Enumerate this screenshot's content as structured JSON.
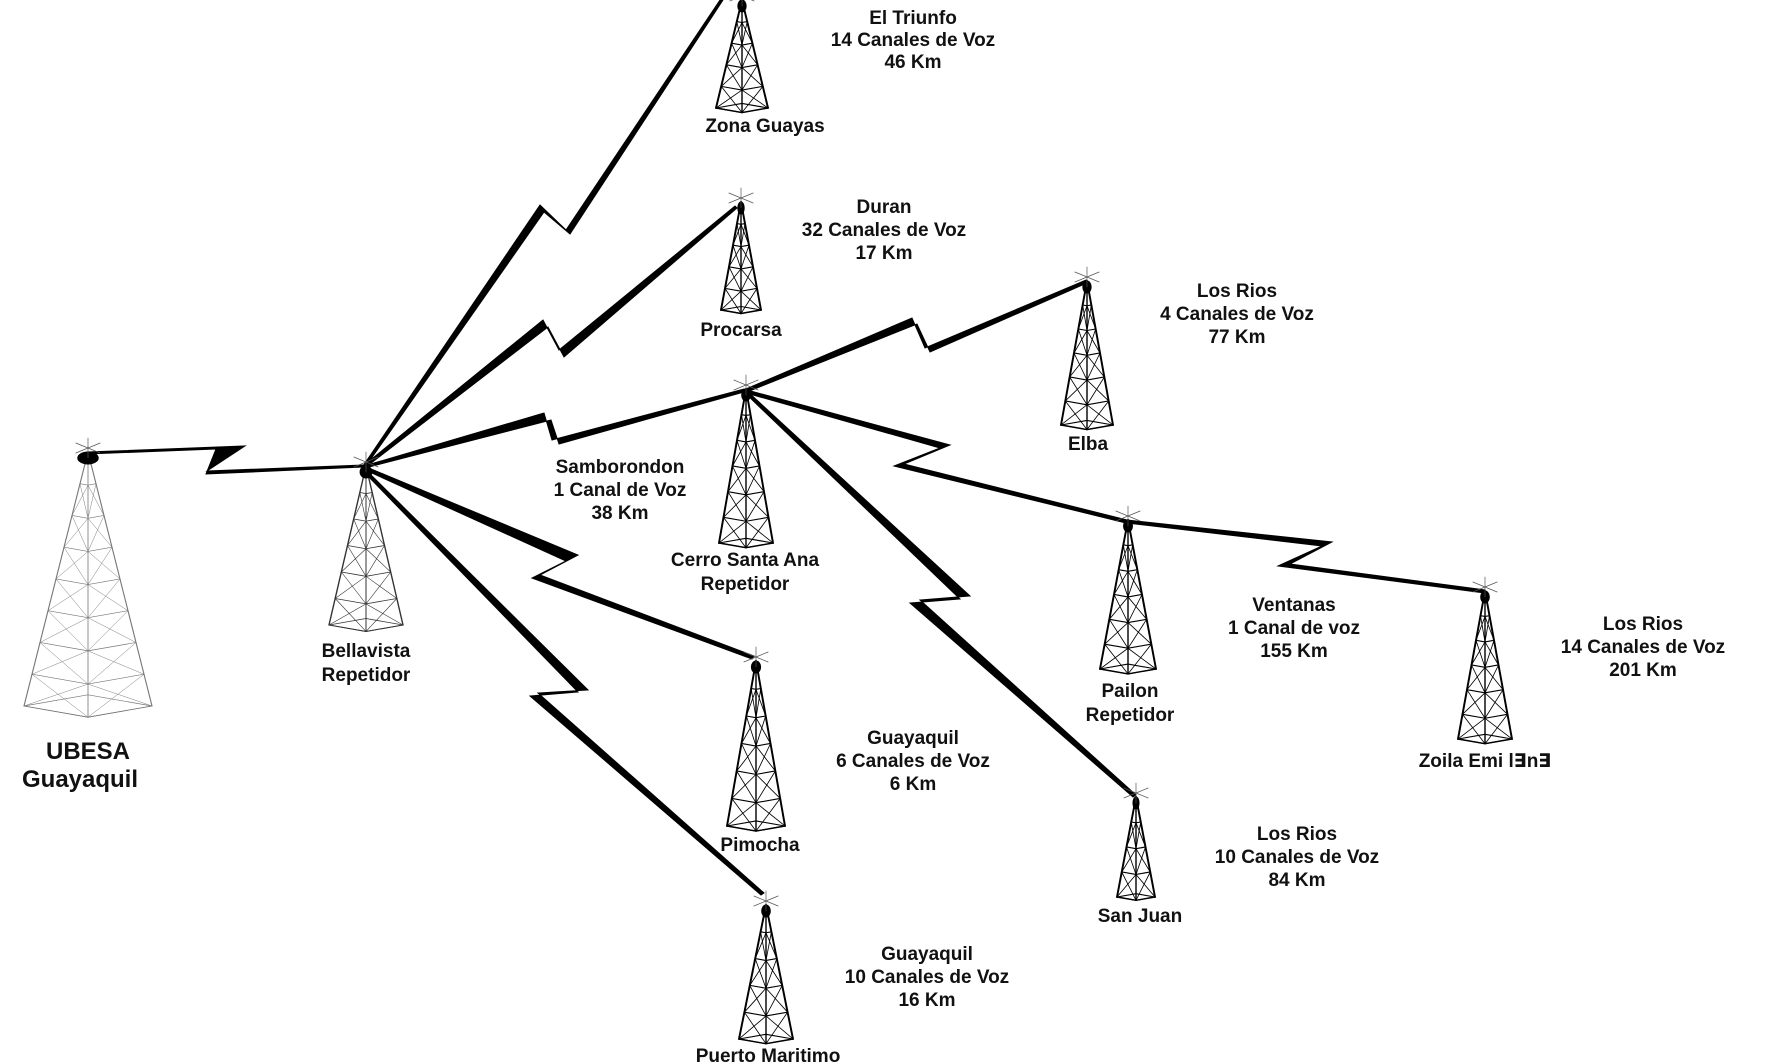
{
  "colors": {
    "ink": "#111111",
    "link": "#000000",
    "background": "#ffffff"
  },
  "stations": {
    "ubesa": {
      "name": "UBESA",
      "subname": "Guayaquil"
    },
    "bellavista": {
      "name": "Bellavista",
      "subname": "Repetidor"
    },
    "santa_ana": {
      "name": "Cerro Santa Ana",
      "subname": "Repetidor"
    },
    "zona_guayas": {
      "name": "Zona Guayas"
    },
    "procarsa": {
      "name": "Procarsa"
    },
    "elba": {
      "name": "Elba"
    },
    "pailon": {
      "name": "Pailon",
      "subname": "Repetidor"
    },
    "zoila": {
      "name": "Zoila Emi l∃n∃"
    },
    "pimocha": {
      "name": "Pimocha"
    },
    "puerto": {
      "name": "Puerto Maritimo"
    },
    "san_juan": {
      "name": "San Juan"
    }
  },
  "links": {
    "el_triunfo": {
      "region": "El Triunfo",
      "channels": "14 Canales de Voz",
      "distance": "46 Km"
    },
    "duran": {
      "region": "Duran",
      "channels": "32 Canales de Voz",
      "distance": "17 Km"
    },
    "samborondon": {
      "region": "Samborondon",
      "channels": "1 Canal de Voz",
      "distance": "38 Km"
    },
    "los_rios_elba": {
      "region": "Los Rios",
      "channels": "4 Canales de Voz",
      "distance": "77 Km"
    },
    "ventanas": {
      "region": "Ventanas",
      "channels": "1 Canal de voz",
      "distance": "155 Km"
    },
    "los_rios_zoila": {
      "region": "Los Rios",
      "channels": "14 Canales de Voz",
      "distance": "201 Km"
    },
    "guayaquil_pimocha": {
      "region": "Guayaquil",
      "channels": "6 Canales de Voz",
      "distance": "6 Km"
    },
    "guayaquil_puerto": {
      "region": "Guayaquil",
      "channels": "10 Canales de Voz",
      "distance": "16 Km"
    },
    "los_rios_sanjuan": {
      "region": "Los Rios",
      "channels": "10 Canales de Voz",
      "distance": "84 Km"
    }
  }
}
